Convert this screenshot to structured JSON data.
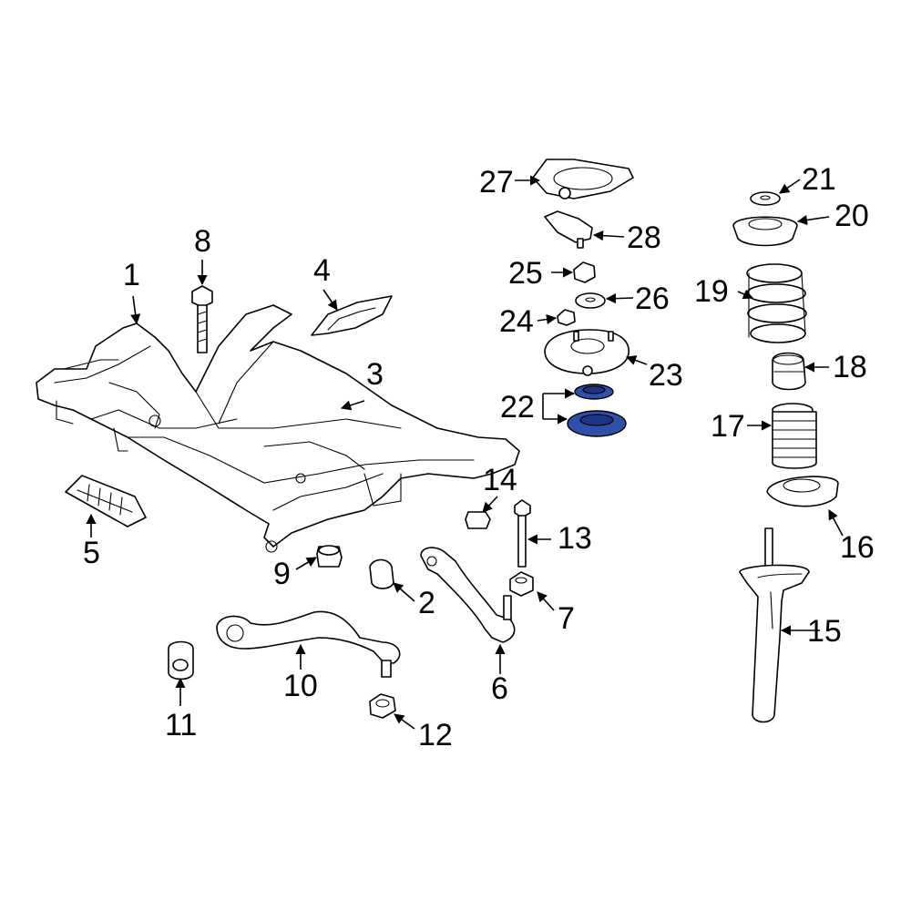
{
  "diagram": {
    "highlight_color": "#2f4fa8",
    "callouts": {
      "c1": "1",
      "c2": "2",
      "c3": "3",
      "c4": "4",
      "c5": "5",
      "c6": "6",
      "c7": "7",
      "c8": "8",
      "c9": "9",
      "c10": "10",
      "c11": "11",
      "c12": "12",
      "c13": "13",
      "c14": "14",
      "c15": "15",
      "c16": "16",
      "c17": "17",
      "c18": "18",
      "c19": "19",
      "c20": "20",
      "c21": "21",
      "c22": "22",
      "c23": "23",
      "c24": "24",
      "c25": "25",
      "c26": "26",
      "c27": "27",
      "c28": "28"
    }
  }
}
